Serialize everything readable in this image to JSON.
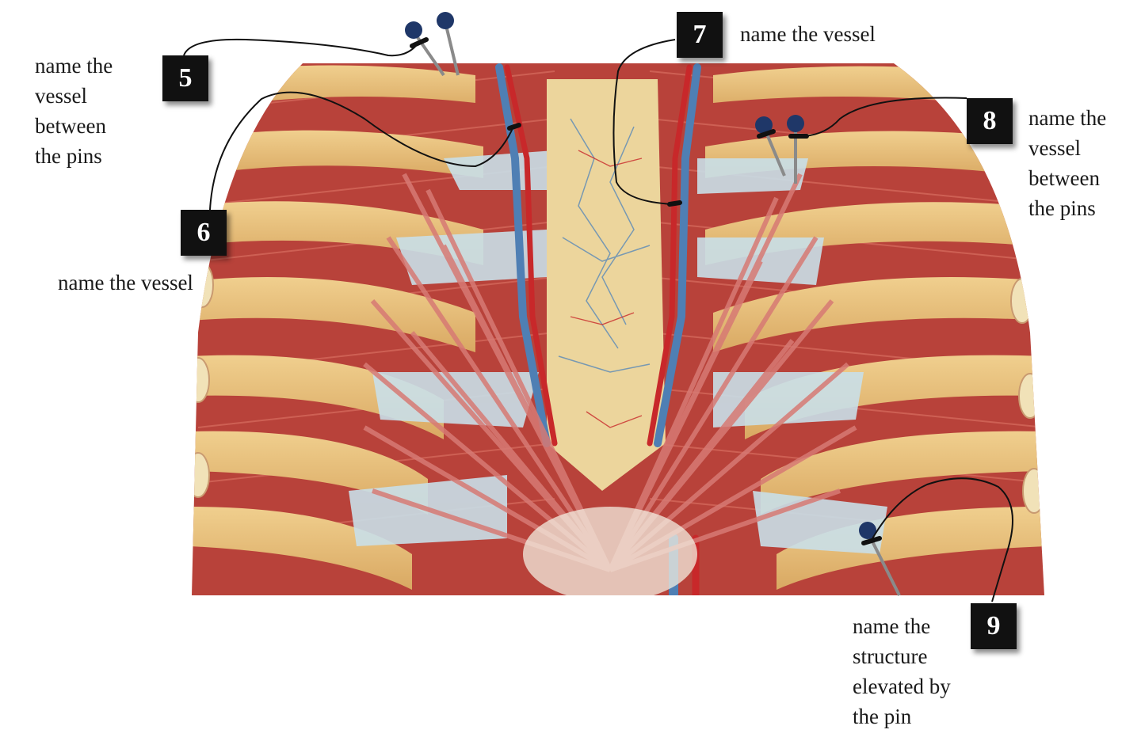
{
  "colors": {
    "background": "#ffffff",
    "rib": "#e6bd78",
    "muscle": "#c4473c",
    "artery": "#c8282a",
    "vein": "#4f7fb4",
    "fascia": "#c6dde6",
    "pin_head": "#1f3768",
    "marker_box": "#111111"
  },
  "markers": [
    {
      "number": "5",
      "lines": [
        "name the",
        "vessel",
        "between",
        "the pins"
      ]
    },
    {
      "number": "6",
      "lines": [
        "name the vessel"
      ]
    },
    {
      "number": "7",
      "lines": [
        "name the vessel"
      ]
    },
    {
      "number": "8",
      "lines": [
        "name the",
        "vessel",
        "between",
        "the pins"
      ]
    },
    {
      "number": "9",
      "lines": [
        "name the",
        "structure",
        "elevated by",
        "the pin"
      ]
    }
  ]
}
